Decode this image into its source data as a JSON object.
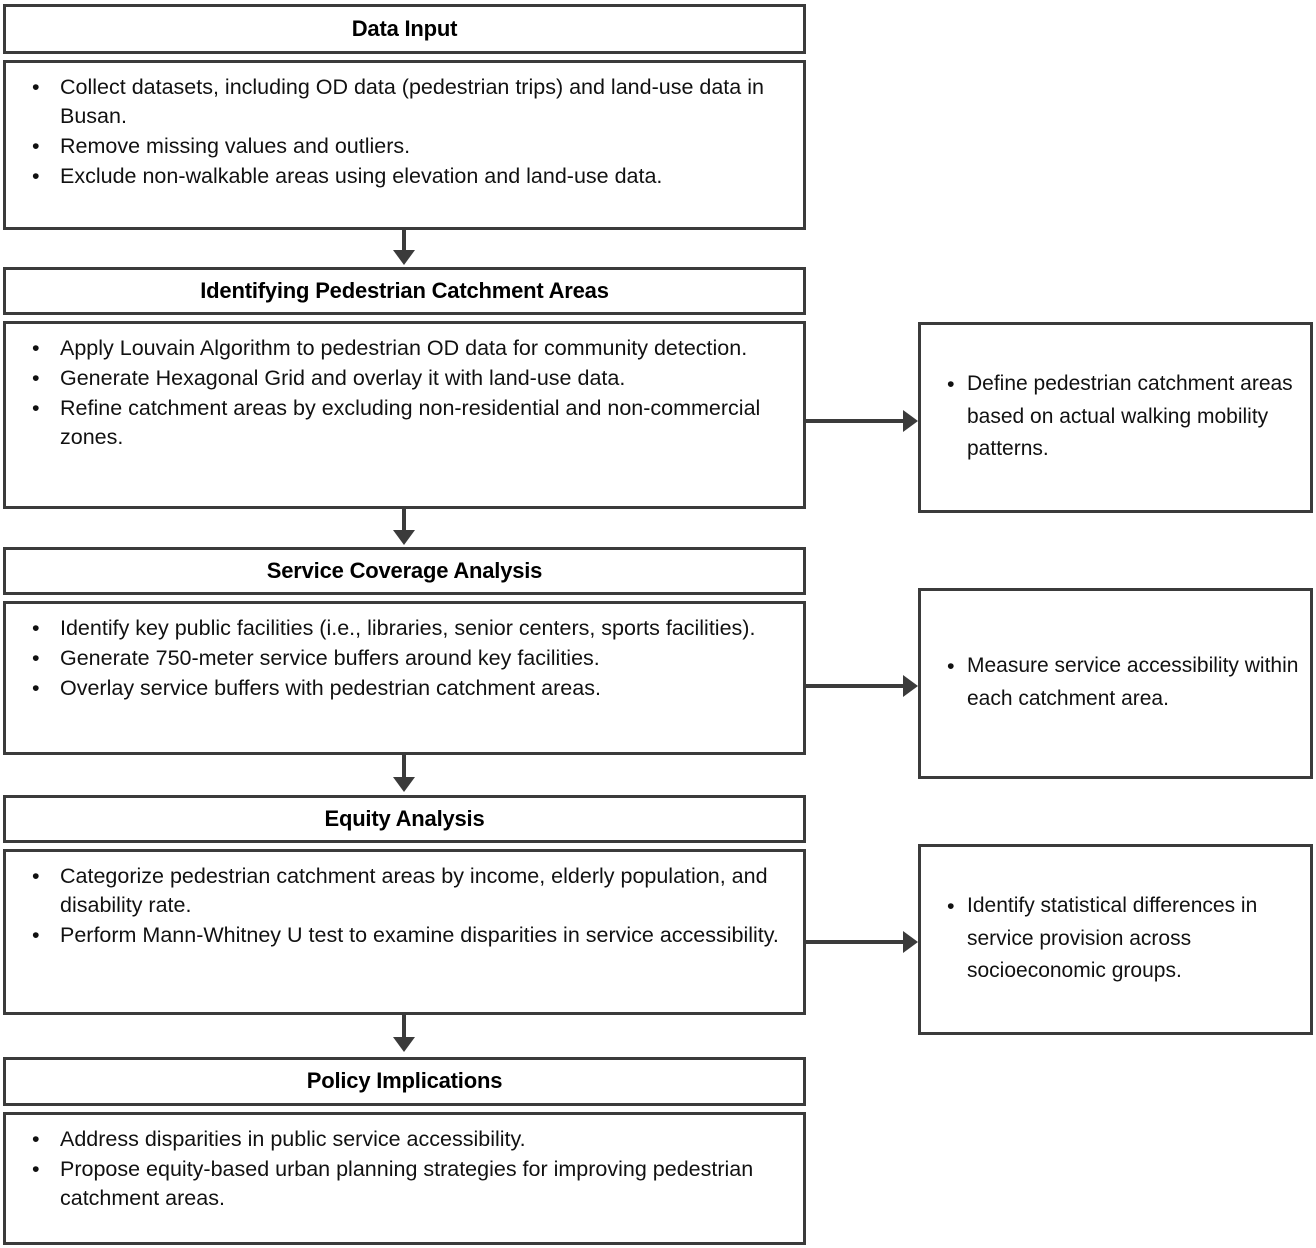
{
  "diagram": {
    "title": "Research workflow flowchart",
    "accent_color": "#3b3b3b",
    "background_color": "#ffffff",
    "text_color": "#111111"
  },
  "stages": [
    {
      "id": "data-input",
      "header": "Data Input",
      "bullets": [
        "Collect datasets, including OD data (pedestrian trips) and land-use data in Busan.",
        "Remove missing values and outliers.",
        "Exclude non-walkable areas using elevation and land-use data."
      ],
      "outcome": null
    },
    {
      "id": "identifying-pedestrian-catchment-areas",
      "header": "Identifying Pedestrian Catchment Areas",
      "bullets": [
        "Apply Louvain Algorithm to pedestrian OD data for community detection.",
        "Generate Hexagonal Grid and overlay it with land-use data.",
        "Refine catchment areas by excluding non-residential and non-commercial zones."
      ],
      "outcome": {
        "id": "outcome-define-catchment",
        "bullets": [
          "Define pedestrian catchment areas based on actual walking mobility patterns."
        ]
      }
    },
    {
      "id": "service-coverage-analysis",
      "header": "Service Coverage Analysis",
      "bullets": [
        "Identify key public facilities (i.e., libraries, senior centers, sports facilities).",
        "Generate 750-meter service buffers around key facilities.",
        "Overlay service buffers with pedestrian catchment areas."
      ],
      "outcome": {
        "id": "outcome-measure-accessibility",
        "bullets": [
          "Measure service accessibility within each catchment area."
        ]
      }
    },
    {
      "id": "equity-analysis",
      "header": "Equity Analysis",
      "bullets": [
        "Categorize pedestrian catchment areas by income, elderly population, and disability rate.",
        "Perform Mann-Whitney U test to examine disparities in service accessibility."
      ],
      "outcome": {
        "id": "outcome-identify-differences",
        "bullets": [
          "Identify statistical differences in service provision across socioeconomic groups."
        ]
      }
    },
    {
      "id": "policy-implications",
      "header": "Policy Implications",
      "bullets": [
        "Address disparities in public service accessibility.",
        "Propose equity-based urban planning strategies for improving pedestrian catchment areas."
      ],
      "outcome": null
    }
  ],
  "bullet_glyph": "•"
}
